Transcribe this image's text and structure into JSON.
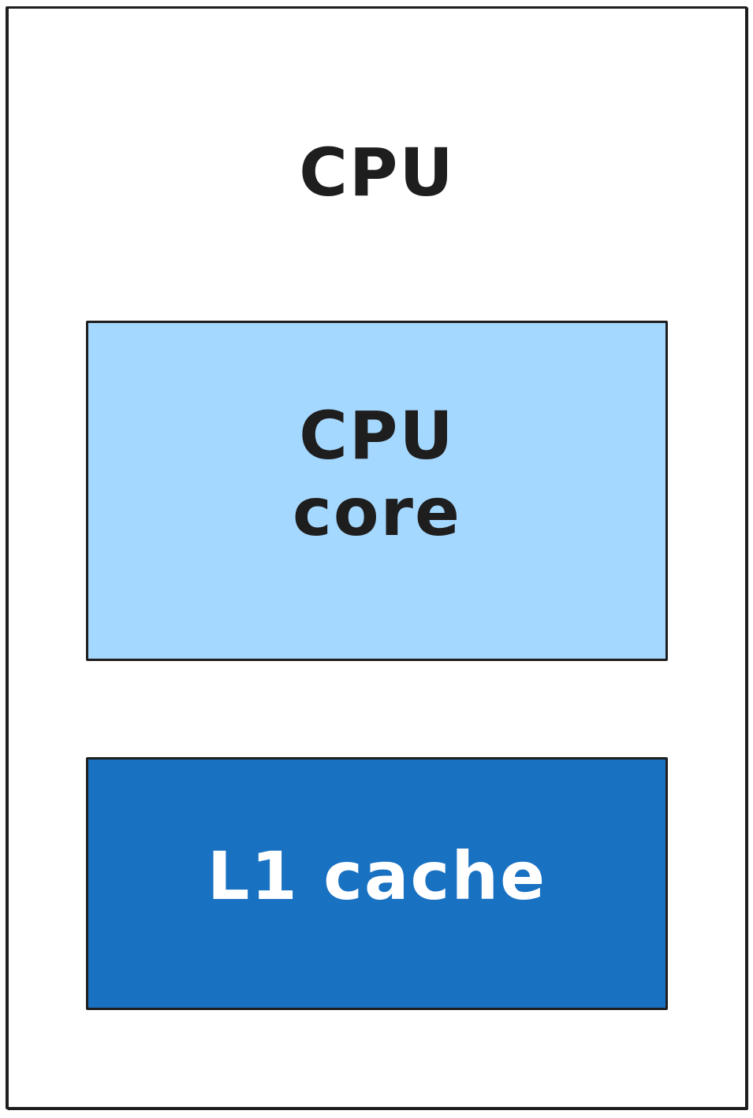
{
  "diagram": {
    "outer": {
      "label": "CPU",
      "fill": "#ffffff",
      "stroke": "#1e1e1e"
    },
    "core": {
      "label_line1": "CPU",
      "label_line2": "core",
      "fill": "#a5d8ff"
    },
    "cache": {
      "label": "L1 cache",
      "fill": "#1971c2",
      "text_color": "#ffffff"
    }
  }
}
